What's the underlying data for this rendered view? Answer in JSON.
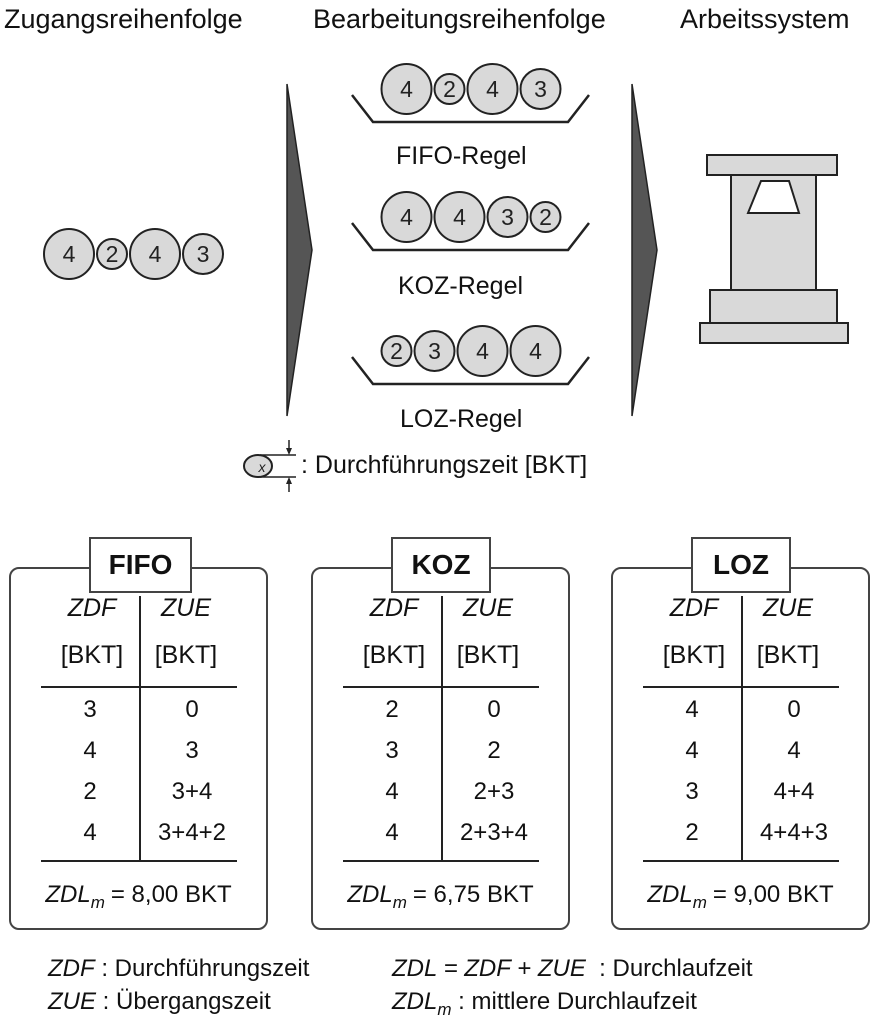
{
  "columns": {
    "arrival": "Zugangsreihenfolge",
    "processing": "Bearbeitungsreihenfolge",
    "system": "Arbeitssystem"
  },
  "arrival_jobs": [
    "4",
    "2",
    "4",
    "3"
  ],
  "rules": [
    {
      "label": "FIFO-Regel",
      "jobs": [
        "4",
        "2",
        "4",
        "3"
      ]
    },
    {
      "label": "KOZ-Regel",
      "jobs": [
        "4",
        "4",
        "3",
        "2"
      ]
    },
    {
      "label": "LOZ-Regel",
      "jobs": [
        "2",
        "3",
        "4",
        "4"
      ]
    }
  ],
  "legend": {
    "symbol_text": "x",
    "text": ": Durchführungszeit [BKT]"
  },
  "tables": [
    {
      "name": "FIFO",
      "col1_head": "ZDF",
      "col2_head": "ZUE",
      "unit": "[BKT]",
      "rows": [
        [
          "3",
          "0"
        ],
        [
          "4",
          "3"
        ],
        [
          "2",
          "3+4"
        ],
        [
          "4",
          "3+4+2"
        ]
      ],
      "summary_label": "ZDL",
      "summary_sub": "m",
      "summary_value": "= 8,00 BKT"
    },
    {
      "name": "KOZ",
      "col1_head": "ZDF",
      "col2_head": "ZUE",
      "unit": "[BKT]",
      "rows": [
        [
          "2",
          "0"
        ],
        [
          "3",
          "2"
        ],
        [
          "4",
          "2+3"
        ],
        [
          "4",
          "2+3+4"
        ]
      ],
      "summary_label": "ZDL",
      "summary_sub": "m",
      "summary_value": "= 6,75 BKT"
    },
    {
      "name": "LOZ",
      "col1_head": "ZDF",
      "col2_head": "ZUE",
      "unit": "[BKT]",
      "rows": [
        [
          "4",
          "0"
        ],
        [
          "4",
          "4"
        ],
        [
          "3",
          "4+4"
        ],
        [
          "2",
          "4+4+3"
        ]
      ],
      "summary_label": "ZDL",
      "summary_sub": "m",
      "summary_value": "= 9,00 BKT"
    }
  ],
  "footnotes": {
    "zdf_abbr": "ZDF",
    "zdf_text": " : Durchführungszeit",
    "zue_abbr": "ZUE",
    "zue_text": " : Übergangszeit",
    "zdl_formula": "ZDL = ZDF + ZUE",
    "zdl_text": "  : Durchlaufzeit",
    "zdlm_label": "ZDL",
    "zdlm_sub": "m",
    "zdlm_text": " : mittlere Durchlaufzeit"
  },
  "colors": {
    "job_fill": "#d9d9d9",
    "machine_fill": "#d9d9d9",
    "arrow_fill": "#555555",
    "stroke": "#222222"
  }
}
